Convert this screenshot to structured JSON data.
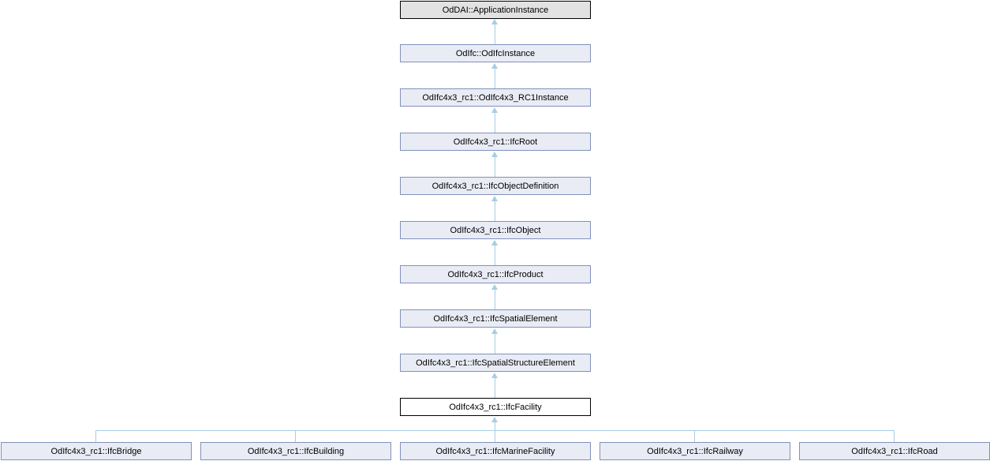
{
  "diagram": {
    "type": "class-inheritance-graph",
    "nodes": {
      "chain": [
        {
          "label": "OdDAI::ApplicationInstance",
          "kind": "external"
        },
        {
          "label": "OdIfc::OdIfcInstance",
          "kind": "normal"
        },
        {
          "label": "OdIfc4x3_rc1::OdIfc4x3_RC1Instance",
          "kind": "normal"
        },
        {
          "label": "OdIfc4x3_rc1::IfcRoot",
          "kind": "normal"
        },
        {
          "label": "OdIfc4x3_rc1::IfcObjectDefinition",
          "kind": "normal"
        },
        {
          "label": "OdIfc4x3_rc1::IfcObject",
          "kind": "normal"
        },
        {
          "label": "OdIfc4x3_rc1::IfcProduct",
          "kind": "normal"
        },
        {
          "label": "OdIfc4x3_rc1::IfcSpatialElement",
          "kind": "normal"
        },
        {
          "label": "OdIfc4x3_rc1::IfcSpatialStructureElement",
          "kind": "normal"
        },
        {
          "label": "OdIfc4x3_rc1::IfcFacility",
          "kind": "current"
        }
      ],
      "children": [
        {
          "label": "OdIfc4x3_rc1::IfcBridge"
        },
        {
          "label": "OdIfc4x3_rc1::IfcBuilding"
        },
        {
          "label": "OdIfc4x3_rc1::IfcMarineFacility"
        },
        {
          "label": "OdIfc4x3_rc1::IfcRailway"
        },
        {
          "label": "OdIfc4x3_rc1::IfcRoad"
        }
      ]
    },
    "colors": {
      "node_fill": "#E9ECF5",
      "node_border": "#8191B9",
      "external_fill": "#E2E2E2",
      "external_border": "#000000",
      "current_fill": "#FFFFFF",
      "current_border": "#000000",
      "edge": "#A6CEE3",
      "text": "#000000",
      "background": "#FFFFFF"
    }
  }
}
